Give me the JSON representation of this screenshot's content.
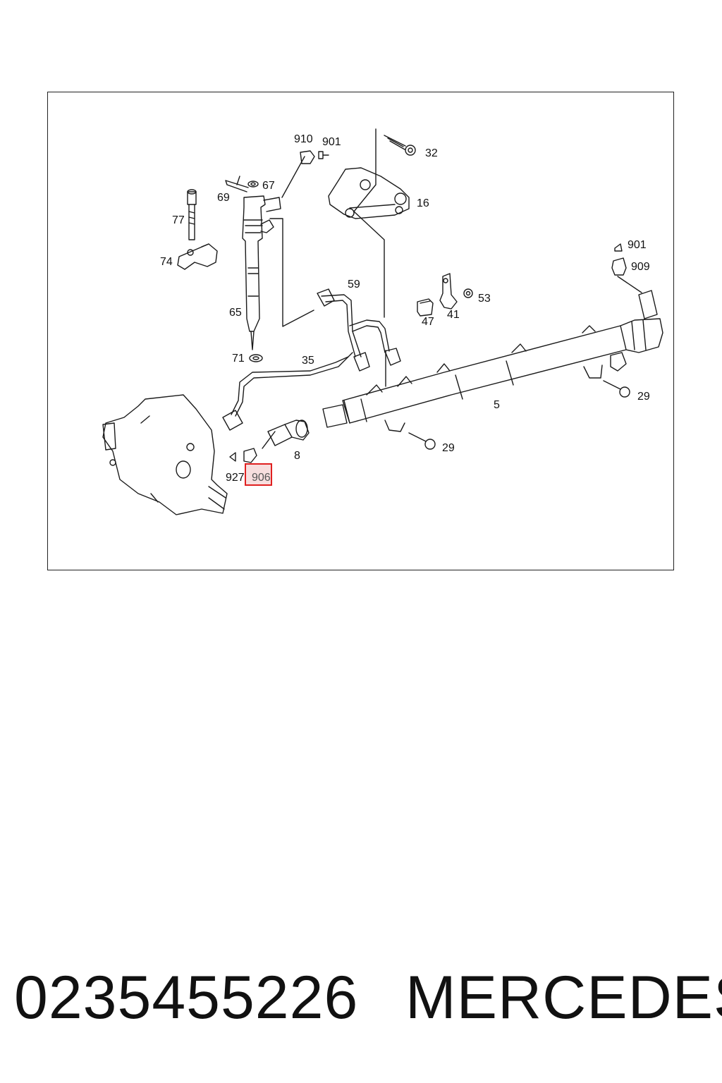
{
  "diagram": {
    "labels": {
      "l910": "910",
      "l901a": "901",
      "l32": "32",
      "l67": "67",
      "l69": "69",
      "l16": "16",
      "l77": "77",
      "l74": "74",
      "l901b": "901",
      "l909": "909",
      "l59": "59",
      "l53": "53",
      "l47": "47",
      "l41": "41",
      "l65": "65",
      "l71": "71",
      "l35": "35",
      "l29a": "29",
      "l5": "5",
      "l29b": "29",
      "l8": "8",
      "l927": "927",
      "l906": "906"
    },
    "highlight_color": "#e02020"
  },
  "caption": {
    "part_number": "0235455226",
    "brand": "MERCEDES"
  }
}
